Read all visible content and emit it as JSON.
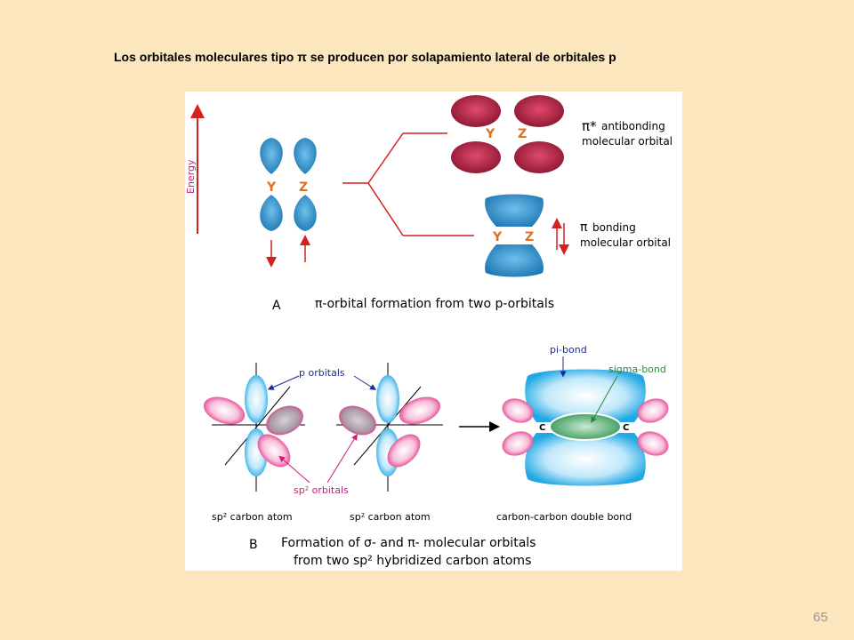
{
  "slide": {
    "title": "Los orbitales moleculares tipo π se producen por solapamiento lateral de orbitales p",
    "page_number": "65"
  },
  "panel_a": {
    "energy_label": "Energy",
    "atom_y": "Y",
    "atom_z": "Z",
    "antibonding_symbol": "π*",
    "antibonding_line1": "antibonding",
    "antibonding_line2": "molecular orbital",
    "bonding_symbol": "π",
    "bonding_line1": "bonding",
    "bonding_line2": "molecular orbital",
    "letter": "A",
    "caption": "π-orbital formation from two p-orbitals"
  },
  "panel_b": {
    "p_orbitals_label": "p orbitals",
    "sp2_orbitals_label": "sp² orbitals",
    "pi_bond_label": "pi-bond",
    "sigma_bond_label": "sigma-bond",
    "carbon_label": "C",
    "atom1_caption": "sp² carbon atom",
    "atom2_caption": "sp² carbon atom",
    "double_bond_caption": "carbon-carbon double bond",
    "letter": "B",
    "caption_line1": "Formation of σ- and π- molecular orbitals",
    "caption_line2": "from two sp² hybridized carbon atoms"
  },
  "colors": {
    "background": "#fbe6bd",
    "p_orbital_blue": "#2f8fc8",
    "antibonding_red": "#b0203a",
    "pink_lobe": "#e8408c",
    "cyan_lobe": "#2eb0e8",
    "sigma_green": "#3a9a5a",
    "line_red": "#d42020",
    "label_blue": "#1a2a9a",
    "label_magenta": "#cc1a7a"
  }
}
